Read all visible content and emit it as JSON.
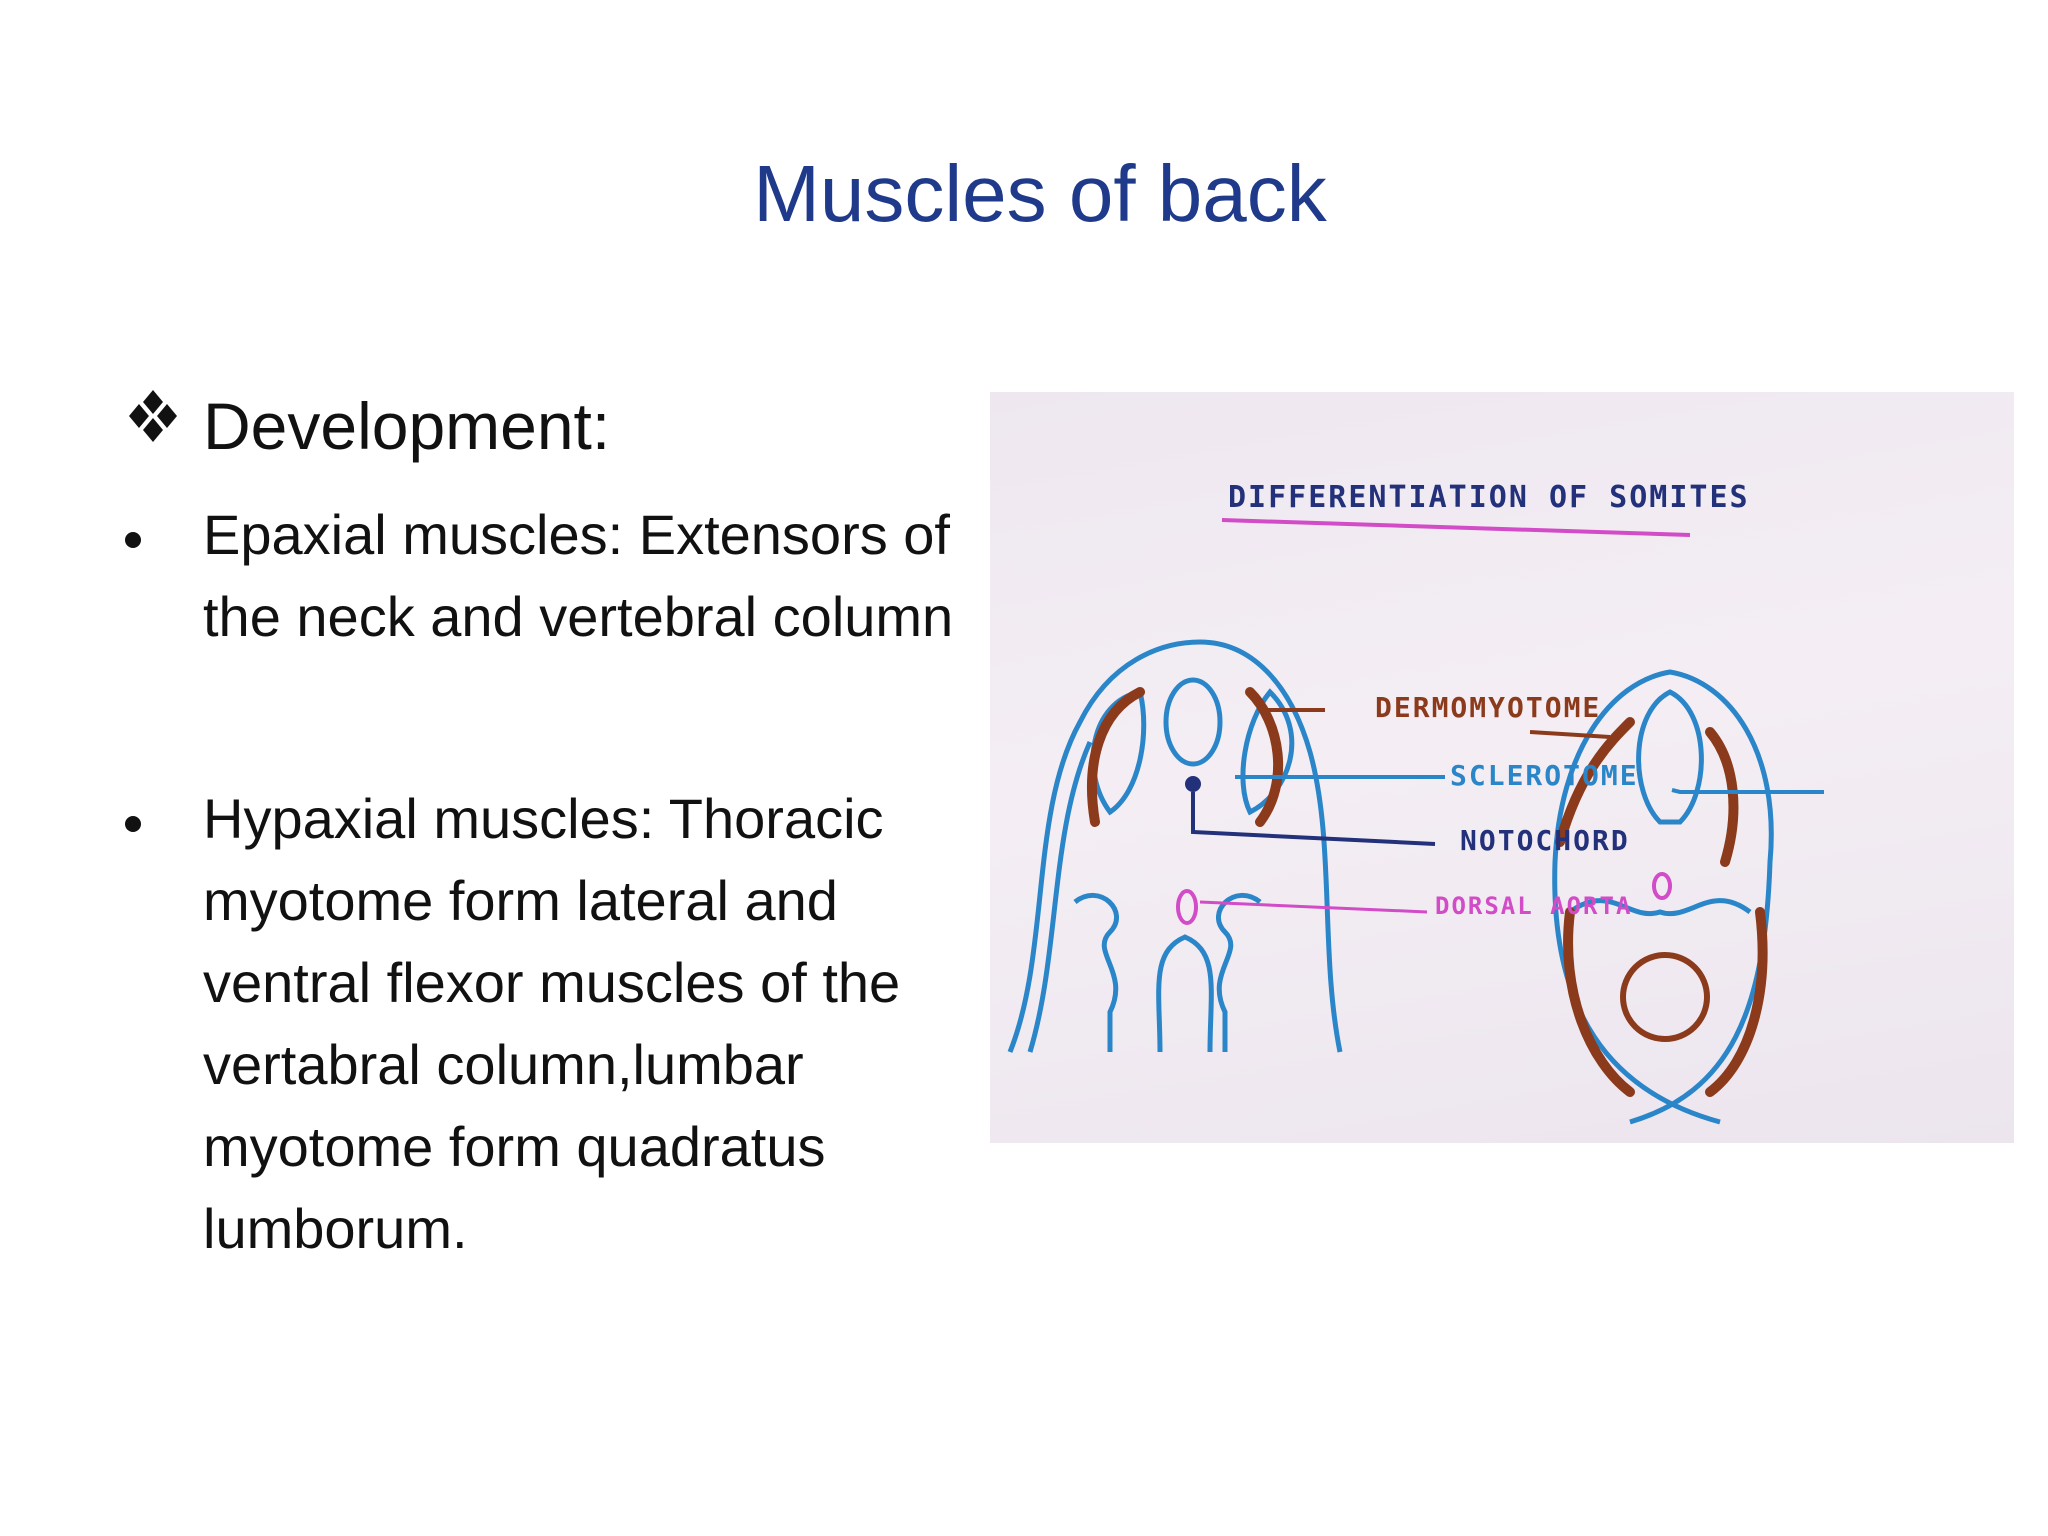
{
  "slide": {
    "title": "Muscles of back",
    "heading": "Development:",
    "bullets": [
      "Epaxial muscles: Extensors of the neck and vertebral column",
      "Hypaxial muscles: Thoracic myotome form lateral and ventral flexor muscles of the vertabral column,lumbar myotome form quadratus  lumborum."
    ]
  },
  "figure": {
    "heading": "DIFFERENTIATION OF SOMITES",
    "labels": {
      "dermomyotome": "DERMOMYOTOME",
      "sclerotome": "SCLEROTOME",
      "notochord": "NOTOCHORD",
      "dorsal_aorta": "DORSAL AORTA"
    }
  },
  "colors": {
    "title": "#1f3a8a",
    "blue_ink": "#2a86c8",
    "brown_ink": "#8b3b1c",
    "magenta_ink": "#d24bc7",
    "navy_ink": "#23307a"
  },
  "icons": [
    "diamond-bullet-icon",
    "bullet-dot-icon"
  ]
}
